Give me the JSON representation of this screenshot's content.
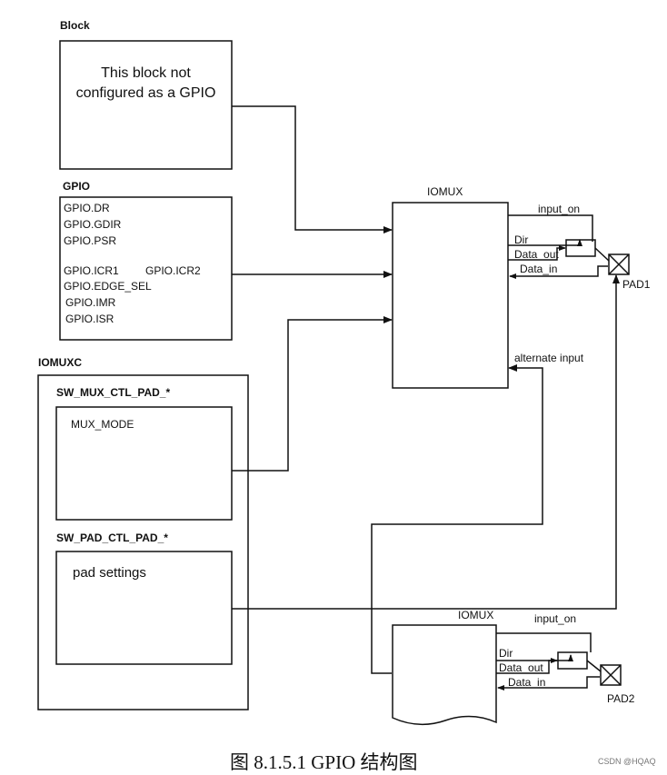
{
  "block": {
    "title": "Block",
    "text_line1": "This block not",
    "text_line2": "configured as a GPIO"
  },
  "gpio": {
    "title": "GPIO",
    "dr": "GPIO.DR",
    "gdir": "GPIO.GDIR",
    "psr": "GPIO.PSR",
    "icr1": "GPIO.ICR1",
    "icr2": "GPIO.ICR2",
    "edge_sel": "GPIO.EDGE_SEL",
    "imr": "GPIO.IMR",
    "isr": "GPIO.ISR"
  },
  "iomuxc": {
    "title": "IOMUXC",
    "mux_ctl_title": "SW_MUX_CTL_PAD_*",
    "mux_mode": "MUX_MODE",
    "pad_ctl_title": "SW_PAD_CTL_PAD_*",
    "pad_settings": "pad settings"
  },
  "iomux1": {
    "title": "IOMUX",
    "input_on": "input_on",
    "dir": "Dir",
    "data_out": "Data_out",
    "data_in": "Data_in",
    "pad": "PAD1",
    "alternate_input": "alternate input"
  },
  "iomux2": {
    "title": "IOMUX",
    "input_on": "input_on",
    "dir": "Dir",
    "data_out": "Data_out",
    "data_in": "Data_in",
    "pad": "PAD2"
  },
  "caption": "图 8.1.5.1 GPIO 结构图",
  "watermark": "CSDN @HQAQ"
}
